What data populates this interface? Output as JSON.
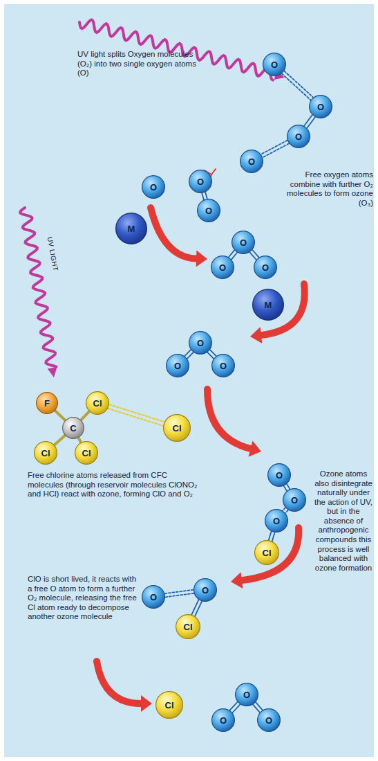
{
  "diagram": {
    "nodes": [
      {
        "text": [
          "O"
        ]
      },
      {
        "text": [
          "O"
        ]
      },
      {
        "text": [
          "O"
        ]
      },
      {
        "text": [
          "O"
        ]
      },
      {
        "text": [
          "O"
        ]
      },
      {
        "text": [
          "O"
        ]
      },
      {
        "text": [
          "O"
        ]
      },
      {
        "text": [
          "M"
        ]
      },
      {
        "text": [
          "O"
        ]
      },
      {
        "text": [
          "O"
        ]
      },
      {
        "text": [
          "O"
        ]
      },
      {
        "text": [
          "M"
        ]
      },
      {
        "text": [
          "O"
        ]
      },
      {
        "text": [
          "O"
        ]
      },
      {
        "text": [
          "O"
        ]
      },
      {
        "text": [
          "F"
        ]
      },
      {
        "text": [
          "Cl"
        ]
      },
      {
        "text": [
          "C"
        ]
      },
      {
        "text": [
          "Cl"
        ]
      },
      {
        "text": [
          "Cl"
        ]
      },
      {
        "text": [
          "Cl"
        ]
      },
      {
        "text": [
          "O"
        ]
      },
      {
        "text": [
          "O"
        ]
      },
      {
        "text": [
          "O"
        ]
      },
      {
        "text": [
          "Cl"
        ]
      },
      {
        "text": [
          "O"
        ]
      },
      {
        "text": [
          "O"
        ]
      },
      {
        "text": [
          "Cl"
        ]
      },
      {
        "text": [
          "Cl"
        ]
      },
      {
        "text": [
          "O"
        ]
      },
      {
        "text": [
          "O"
        ]
      },
      {
        "text": [
          "O"
        ]
      }
    ],
    "edges": [
      {
        "from": 0,
        "to": 1,
        "arrow": "none"
      },
      {
        "from": 1,
        "to": 2,
        "arrow": "none"
      },
      {
        "from": 2,
        "to": 3,
        "arrow": "none"
      },
      {
        "from": 5,
        "to": 6,
        "arrow": "none"
      },
      {
        "from": 8,
        "to": 9,
        "arrow": "none"
      },
      {
        "from": 8,
        "to": 10,
        "arrow": "none"
      },
      {
        "from": 12,
        "to": 13,
        "arrow": "none"
      },
      {
        "from": 12,
        "to": 14,
        "arrow": "none"
      },
      {
        "from": 17,
        "to": 15,
        "arrow": "none"
      },
      {
        "from": 17,
        "to": 16,
        "arrow": "none"
      },
      {
        "from": 17,
        "to": 19,
        "arrow": "none"
      },
      {
        "from": 17,
        "to": 20,
        "arrow": "none"
      },
      {
        "from": 16,
        "to": 18,
        "arrow": "none"
      },
      {
        "from": 21,
        "to": 22,
        "arrow": "none"
      },
      {
        "from": 22,
        "to": 23,
        "arrow": "none"
      },
      {
        "from": 23,
        "to": 24,
        "arrow": "none"
      },
      {
        "from": 25,
        "to": 26,
        "arrow": "none"
      },
      {
        "from": 26,
        "to": 27,
        "arrow": "none"
      },
      {
        "from": 29,
        "to": 30,
        "arrow": "none"
      },
      {
        "from": 29,
        "to": 31,
        "arrow": "none"
      }
    ],
    "labels": [
      "UV light splits Oxygen molecules (O₂) into two single oxygen atoms (O)",
      "UV LIGHT",
      "Free oxygen atoms combine with further O₂ molecules to form ozone (O₃)",
      "Free chlorine atoms released from CFC molecules (through reservoir molecules ClONO₂ and HCl) react with ozone, forming ClO and O₂",
      "Ozone atoms also disintegrate naturally under the action of UV, but in the absence of anthropogenic compounds this process is well balanced with ozone formation",
      "ClO is short lived, it reacts with a free O atom to form a further O₂ molecule, releasing the free Cl atom ready to decompose another ozone molecule"
    ]
  }
}
